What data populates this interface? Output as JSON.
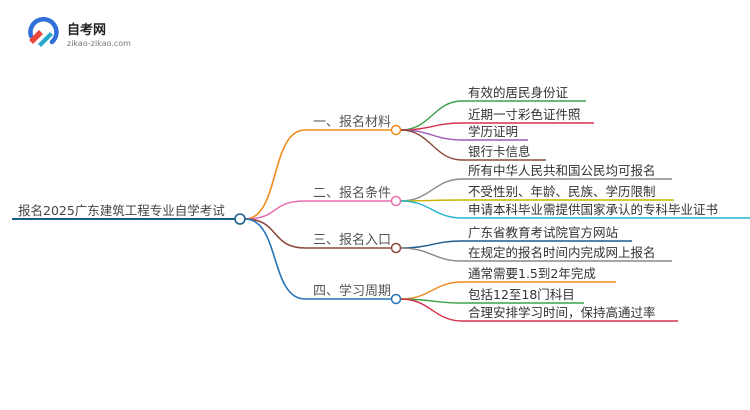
{
  "logo": {
    "title": "自考网",
    "subtitle": "zikao-zikao.com",
    "colors": {
      "red": "#e8453c",
      "blue": "#2e6fd8",
      "teal": "#27a7c9"
    }
  },
  "root": {
    "label": "报名2025广东建筑工程专业自学考试",
    "color": "#1a5e8a"
  },
  "branches": [
    {
      "label": "一、报名材料",
      "color": "#f08a1c",
      "leaves": [
        {
          "label": "有效的居民身份证",
          "color": "#3aa348"
        },
        {
          "label": "近期一寸彩色证件照",
          "color": "#d6314a"
        },
        {
          "label": "学历证明",
          "color": "#9b59b6"
        },
        {
          "label": "银行卡信息",
          "color": "#8b4a3c"
        }
      ]
    },
    {
      "label": "二、报名条件",
      "color": "#e76fb0",
      "leaves": [
        {
          "label": "所有中华人民共和国公民均可报名",
          "color": "#8a8a8a"
        },
        {
          "label": "不受性别、年龄、民族、学历限制",
          "color": "#c8b400"
        },
        {
          "label": "申请本科毕业需提供国家承认的专科毕业证书",
          "color": "#20b5d0"
        }
      ]
    },
    {
      "label": "三、报名入口",
      "color": "#8b4a3c",
      "leaves": [
        {
          "label": "广东省教育考试院官方网站",
          "color": "#1e5a8c"
        },
        {
          "label": "在规定的报名时间内完成网上报名",
          "color": "#8a8a8a"
        }
      ]
    },
    {
      "label": "四、学习周期",
      "color": "#2574b8",
      "leaves": [
        {
          "label": "通常需要1.5到2年完成",
          "color": "#f08a1c"
        },
        {
          "label": "包括12至18门科目",
          "color": "#3aa348"
        },
        {
          "label": "合理安排学习时间，保持高通过率",
          "color": "#d6314a"
        }
      ]
    }
  ]
}
